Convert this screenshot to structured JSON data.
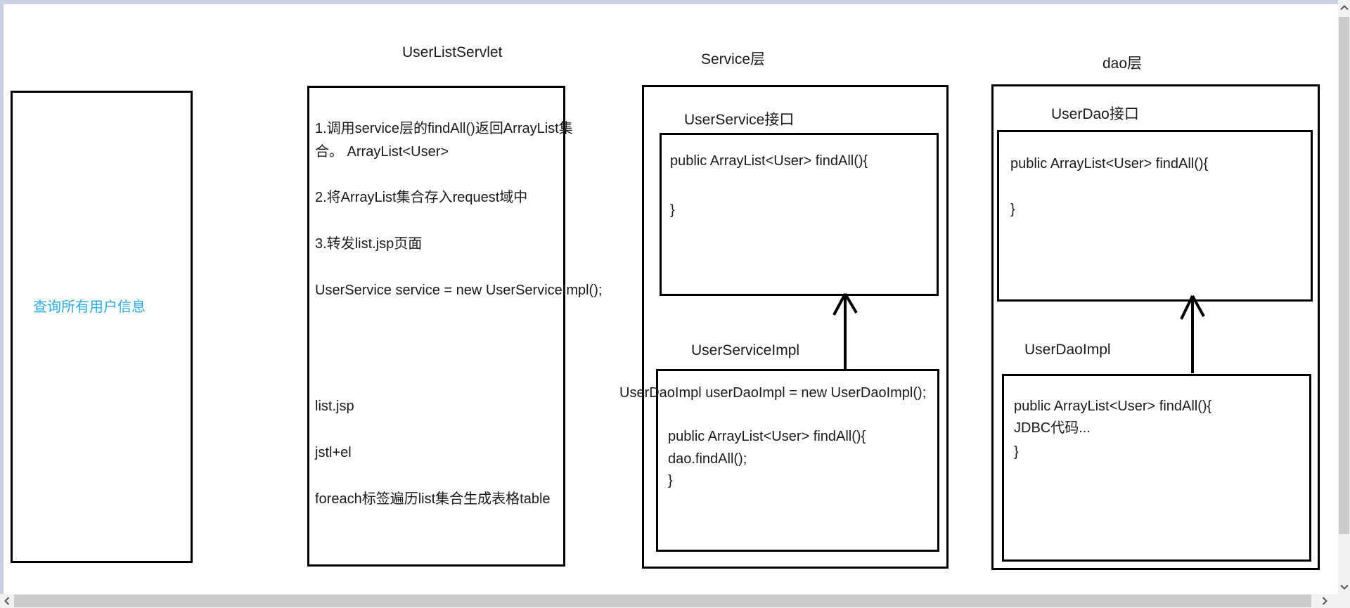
{
  "colors": {
    "frame": "#c9d1e3",
    "scroll_track": "#f1f1f2",
    "scroll_thumb": "#cbcbcb",
    "stroke": "#000000",
    "accent_text": "#29abe2"
  },
  "window": {
    "icons": {
      "scroll_up": "chevron-up",
      "scroll_down": "chevron-down",
      "scroll_left": "chevron-left",
      "scroll_right": "chevron-right"
    }
  },
  "diagram": {
    "left_box": {
      "label": "查询所有用户信息"
    },
    "servlet": {
      "title": "UserListServlet",
      "lines": [
        "1.调用service层的findAll()返回ArrayList集",
        "合。 ArrayList<User>",
        "2.将ArrayList集合存入request域中",
        "3.转发list.jsp页面",
        "UserService service = new UserServiceImpl();",
        "list.jsp",
        "jstl+el",
        "foreach标签遍历list集合生成表格table"
      ]
    },
    "service": {
      "title": "Service层",
      "interface_label": "UserService接口",
      "interface_code": [
        "public ArrayList<User> findAll(){",
        "}"
      ],
      "impl_label": "UserServiceImpl",
      "impl_overflow_line": "UserDaoImpl userDaoImpl = new UserDaoImpl();",
      "impl_code": [
        "public ArrayList<User> findAll(){",
        "dao.findAll();",
        "}"
      ]
    },
    "dao": {
      "title": "dao层",
      "interface_label": "UserDao接口",
      "interface_code": [
        "public ArrayList<User> findAll(){",
        "}"
      ],
      "impl_label": "UserDaoImpl",
      "impl_code": [
        "public ArrayList<User> findAll(){",
        "JDBC代码...",
        "}"
      ]
    }
  }
}
